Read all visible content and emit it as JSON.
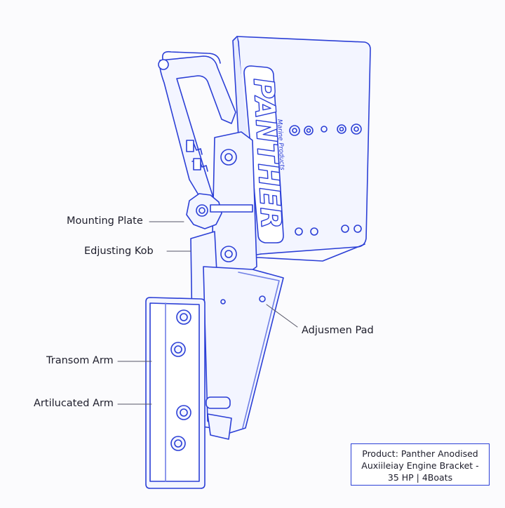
{
  "colors": {
    "line": "#2b3fd6",
    "line_light": "#6f7fe6",
    "fill": "#f3f5ff",
    "text": "#1d1d2b",
    "leader": "#555566"
  },
  "brand": {
    "logo": "PANTHER",
    "tagline": "Marine Products"
  },
  "labels": {
    "mounting_plate": "Mounting Plate",
    "adjusting_knob": "Edjusting Kob",
    "adjustment_pad": "Adjusmen Pad",
    "transom_arm": "Transom Arm",
    "articulated_arm": "Artilucated Arm"
  },
  "product": {
    "line1": "Product: Panther Anodised",
    "line2": "Auxiileiay Engine Bracket -",
    "line3": "35 HP | 4Boats"
  }
}
